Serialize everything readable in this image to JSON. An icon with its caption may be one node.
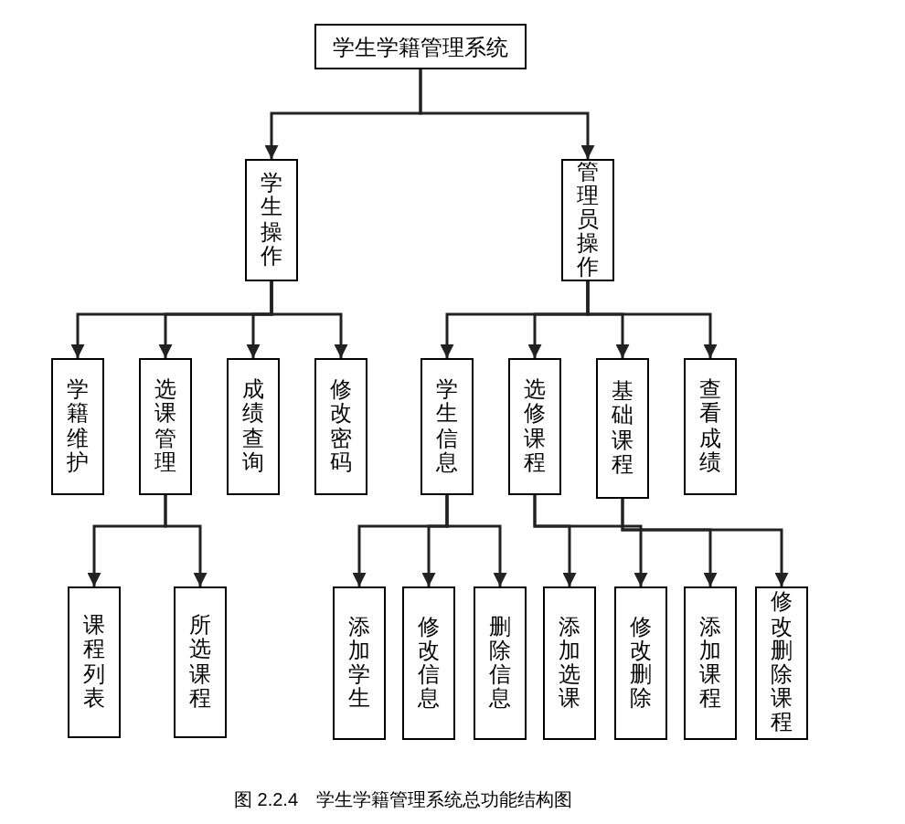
{
  "diagram": {
    "caption": "图 2.2.4　学生学籍管理系统总功能结构图",
    "nodes": [
      {
        "text": [
          "学生学籍管理系统"
        ]
      },
      {
        "text": [
          "学生操作"
        ]
      },
      {
        "text": [
          "管理员操作"
        ]
      },
      {
        "text": [
          "学籍维护"
        ]
      },
      {
        "text": [
          "选课管理"
        ]
      },
      {
        "text": [
          "成绩查询"
        ]
      },
      {
        "text": [
          "修改密码"
        ]
      },
      {
        "text": [
          "学生信息"
        ]
      },
      {
        "text": [
          "选修课程"
        ]
      },
      {
        "text": [
          "基础课程"
        ]
      },
      {
        "text": [
          "查看成绩"
        ]
      },
      {
        "text": [
          "课程列表"
        ]
      },
      {
        "text": [
          "所选课程"
        ]
      },
      {
        "text": [
          "添加学生"
        ]
      },
      {
        "text": [
          "修改信息"
        ]
      },
      {
        "text": [
          "删除信息"
        ]
      },
      {
        "text": [
          "添加选课"
        ]
      },
      {
        "text": [
          "修改删除"
        ]
      },
      {
        "text": [
          "添加课程"
        ]
      },
      {
        "text": [
          "修改删除课程"
        ]
      }
    ],
    "edges": [
      {
        "from": 0,
        "to": 1,
        "arrow": "to"
      },
      {
        "from": 0,
        "to": 2,
        "arrow": "to"
      },
      {
        "from": 1,
        "to": 3,
        "arrow": "to"
      },
      {
        "from": 1,
        "to": 4,
        "arrow": "to"
      },
      {
        "from": 1,
        "to": 5,
        "arrow": "to"
      },
      {
        "from": 1,
        "to": 6,
        "arrow": "to"
      },
      {
        "from": 2,
        "to": 7,
        "arrow": "to"
      },
      {
        "from": 2,
        "to": 8,
        "arrow": "to"
      },
      {
        "from": 2,
        "to": 9,
        "arrow": "to"
      },
      {
        "from": 2,
        "to": 10,
        "arrow": "to"
      },
      {
        "from": 4,
        "to": 11,
        "arrow": "to"
      },
      {
        "from": 4,
        "to": 12,
        "arrow": "to"
      },
      {
        "from": 7,
        "to": 13,
        "arrow": "to"
      },
      {
        "from": 7,
        "to": 14,
        "arrow": "to"
      },
      {
        "from": 7,
        "to": 15,
        "arrow": "to"
      },
      {
        "from": 8,
        "to": 16,
        "arrow": "to"
      },
      {
        "from": 8,
        "to": 17,
        "arrow": "to"
      },
      {
        "from": 9,
        "to": 18,
        "arrow": "to"
      },
      {
        "from": 9,
        "to": 19,
        "arrow": "to"
      }
    ]
  }
}
